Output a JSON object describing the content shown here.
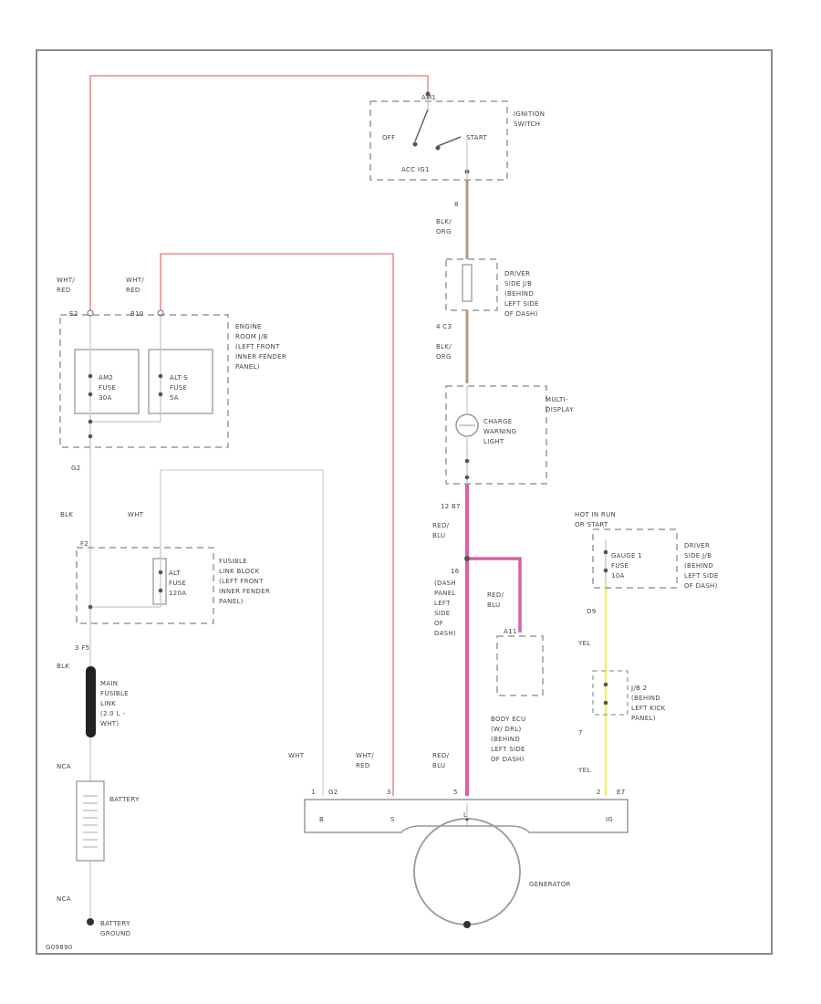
{
  "colors": {
    "red_wire": "#f08a8a",
    "tan_wire": "#b89880",
    "pink_wire": "#d860a8",
    "yellow_wire": "#f0f070",
    "white_wire": "#d0d0d0"
  },
  "ignition": {
    "name": "IGNITION\nSWITCH",
    "off": "OFF",
    "start": "START",
    "pins": "ACC  IG1",
    "term": "AM1"
  },
  "wires": {
    "whtred1": "WHT/\nRED",
    "whtred2": "WHT/\nRED",
    "blkorg1": "BLK/\nORG",
    "blkorg2": "BLK/\nORG",
    "blk1": "BLK",
    "wht1": "WHT",
    "blk2": "BLK",
    "redblu1": "RED/\nBLU",
    "redblu2": "RED/\nBLU",
    "redblu3": "RED/\nBLU",
    "yel1": "YEL",
    "yel2": "YEL",
    "wht2": "WHT",
    "whtred3": "WHT/\nRED",
    "nca1": "NCA",
    "nca2": "NCA"
  },
  "pins": {
    "p8": "8",
    "p4": "4 C3",
    "pG2a": "G2",
    "pG2b": "G2",
    "p3F5": "3   F5",
    "p12": "12   B7",
    "p16": "16",
    "p7": "7",
    "pE7": "E7",
    "p1": "1",
    "p2": "2",
    "p3": "3",
    "p5": "5",
    "pB": "B",
    "pS": "S",
    "pIG": "IG",
    "pL": "L",
    "pD9": "D9",
    "pA11": "A11",
    "pE2": "E2",
    "pF2": "F2",
    "pB10": "B10"
  },
  "components": {
    "driver_jb_1": "DRIVER\nSIDE J/B\n(BEHIND\nLEFT SIDE\nOF DASH)",
    "engine_jb": "ENGINE\nROOM J/B\n(LEFT FRONT\nINNER FENDER\nPANEL)",
    "ams_fuse": "AM2\nFUSE\n30A",
    "alt_s_fuse": "ALT-S\nFUSE\n5A",
    "multi_display": "MULTI-\nDISPLAY",
    "charge_light": "CHARGE\nWARNING\nLIGHT",
    "hot_in_run": "HOT IN RUN\nOR START",
    "fusible_block": "FUSIBLE\nLINK BLOCK\n(LEFT FRONT\nINNER FENDER\nPANEL)",
    "alt_fuse": "ALT\nFUSE\n120A",
    "dash_label": "(DASH\nPANEL\nLEFT\nSIDE\nOF\nDASH)",
    "driver_jb_2": "DRIVER\nSIDE J/B\n(BEHIND\nLEFT SIDE\nOF DASH)",
    "gauge_fuse": "GAUGE 1\nFUSE\n10A",
    "jb2": "J/B 2\n(BEHIND\nLEFT KICK\nPANEL)",
    "main_link": "MAIN\nFUSIBLE\nLINK\n(2.0 L -\nWHT)",
    "battery": "BATTERY",
    "body_ecu": "BODY ECU\n(W/ DRL)\n(BEHIND\nLEFT SIDE\nOF DASH)",
    "generator": "GENERATOR",
    "battery_ground": "BATTERY\nGROUND"
  },
  "footer": {
    "code": "G09890"
  }
}
